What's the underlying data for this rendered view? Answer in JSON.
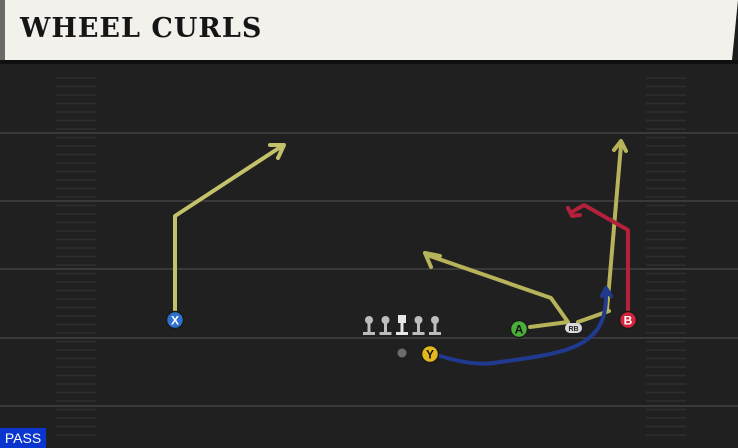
{
  "title": "WHEEL CURLS",
  "play_type": "PASS",
  "players": {
    "x": {
      "label": "X",
      "color": "#2e6fd0"
    },
    "a": {
      "label": "A",
      "color": "#4caf3a"
    },
    "b": {
      "label": "B",
      "color": "#d3223a"
    },
    "y": {
      "label": "Y",
      "color": "#e2b81e"
    },
    "rb": {
      "label": "RB",
      "color": "#d9d9d9"
    }
  },
  "route_colors": {
    "primary": "#b6b35a",
    "x_route": "#c3c26a",
    "b_route": "#b3213a",
    "y_route": "#203a8f"
  },
  "formation": {
    "linemen": 5,
    "quarterback": 1
  }
}
